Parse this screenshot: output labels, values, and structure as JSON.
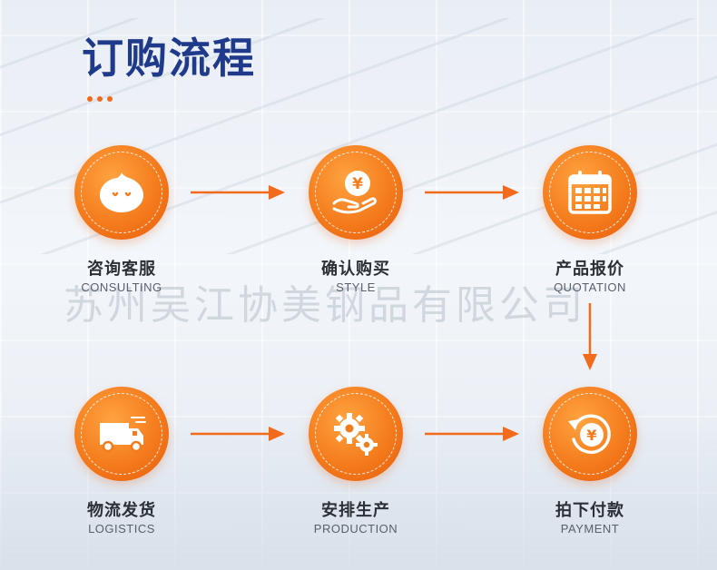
{
  "header": {
    "title": "订购流程"
  },
  "watermark": "苏州吴江协美钢品有限公司",
  "accent_color": "#f26a1b",
  "title_color": "#1f3a8a",
  "steps": [
    {
      "cn": "咨询客服",
      "en": "CONSULTING",
      "icon": "chat-bubble-icon"
    },
    {
      "cn": "确认购买",
      "en": "STYLE",
      "icon": "hand-yen-coin-icon"
    },
    {
      "cn": "产品报价",
      "en": "QUOTATION",
      "icon": "calendar-icon"
    },
    {
      "cn": "物流发货",
      "en": "LOGISTICS",
      "icon": "delivery-truck-icon"
    },
    {
      "cn": "安排生产",
      "en": "PRODUCTION",
      "icon": "gears-icon"
    },
    {
      "cn": "拍下付款",
      "en": "PAYMENT",
      "icon": "yen-refresh-icon"
    }
  ]
}
